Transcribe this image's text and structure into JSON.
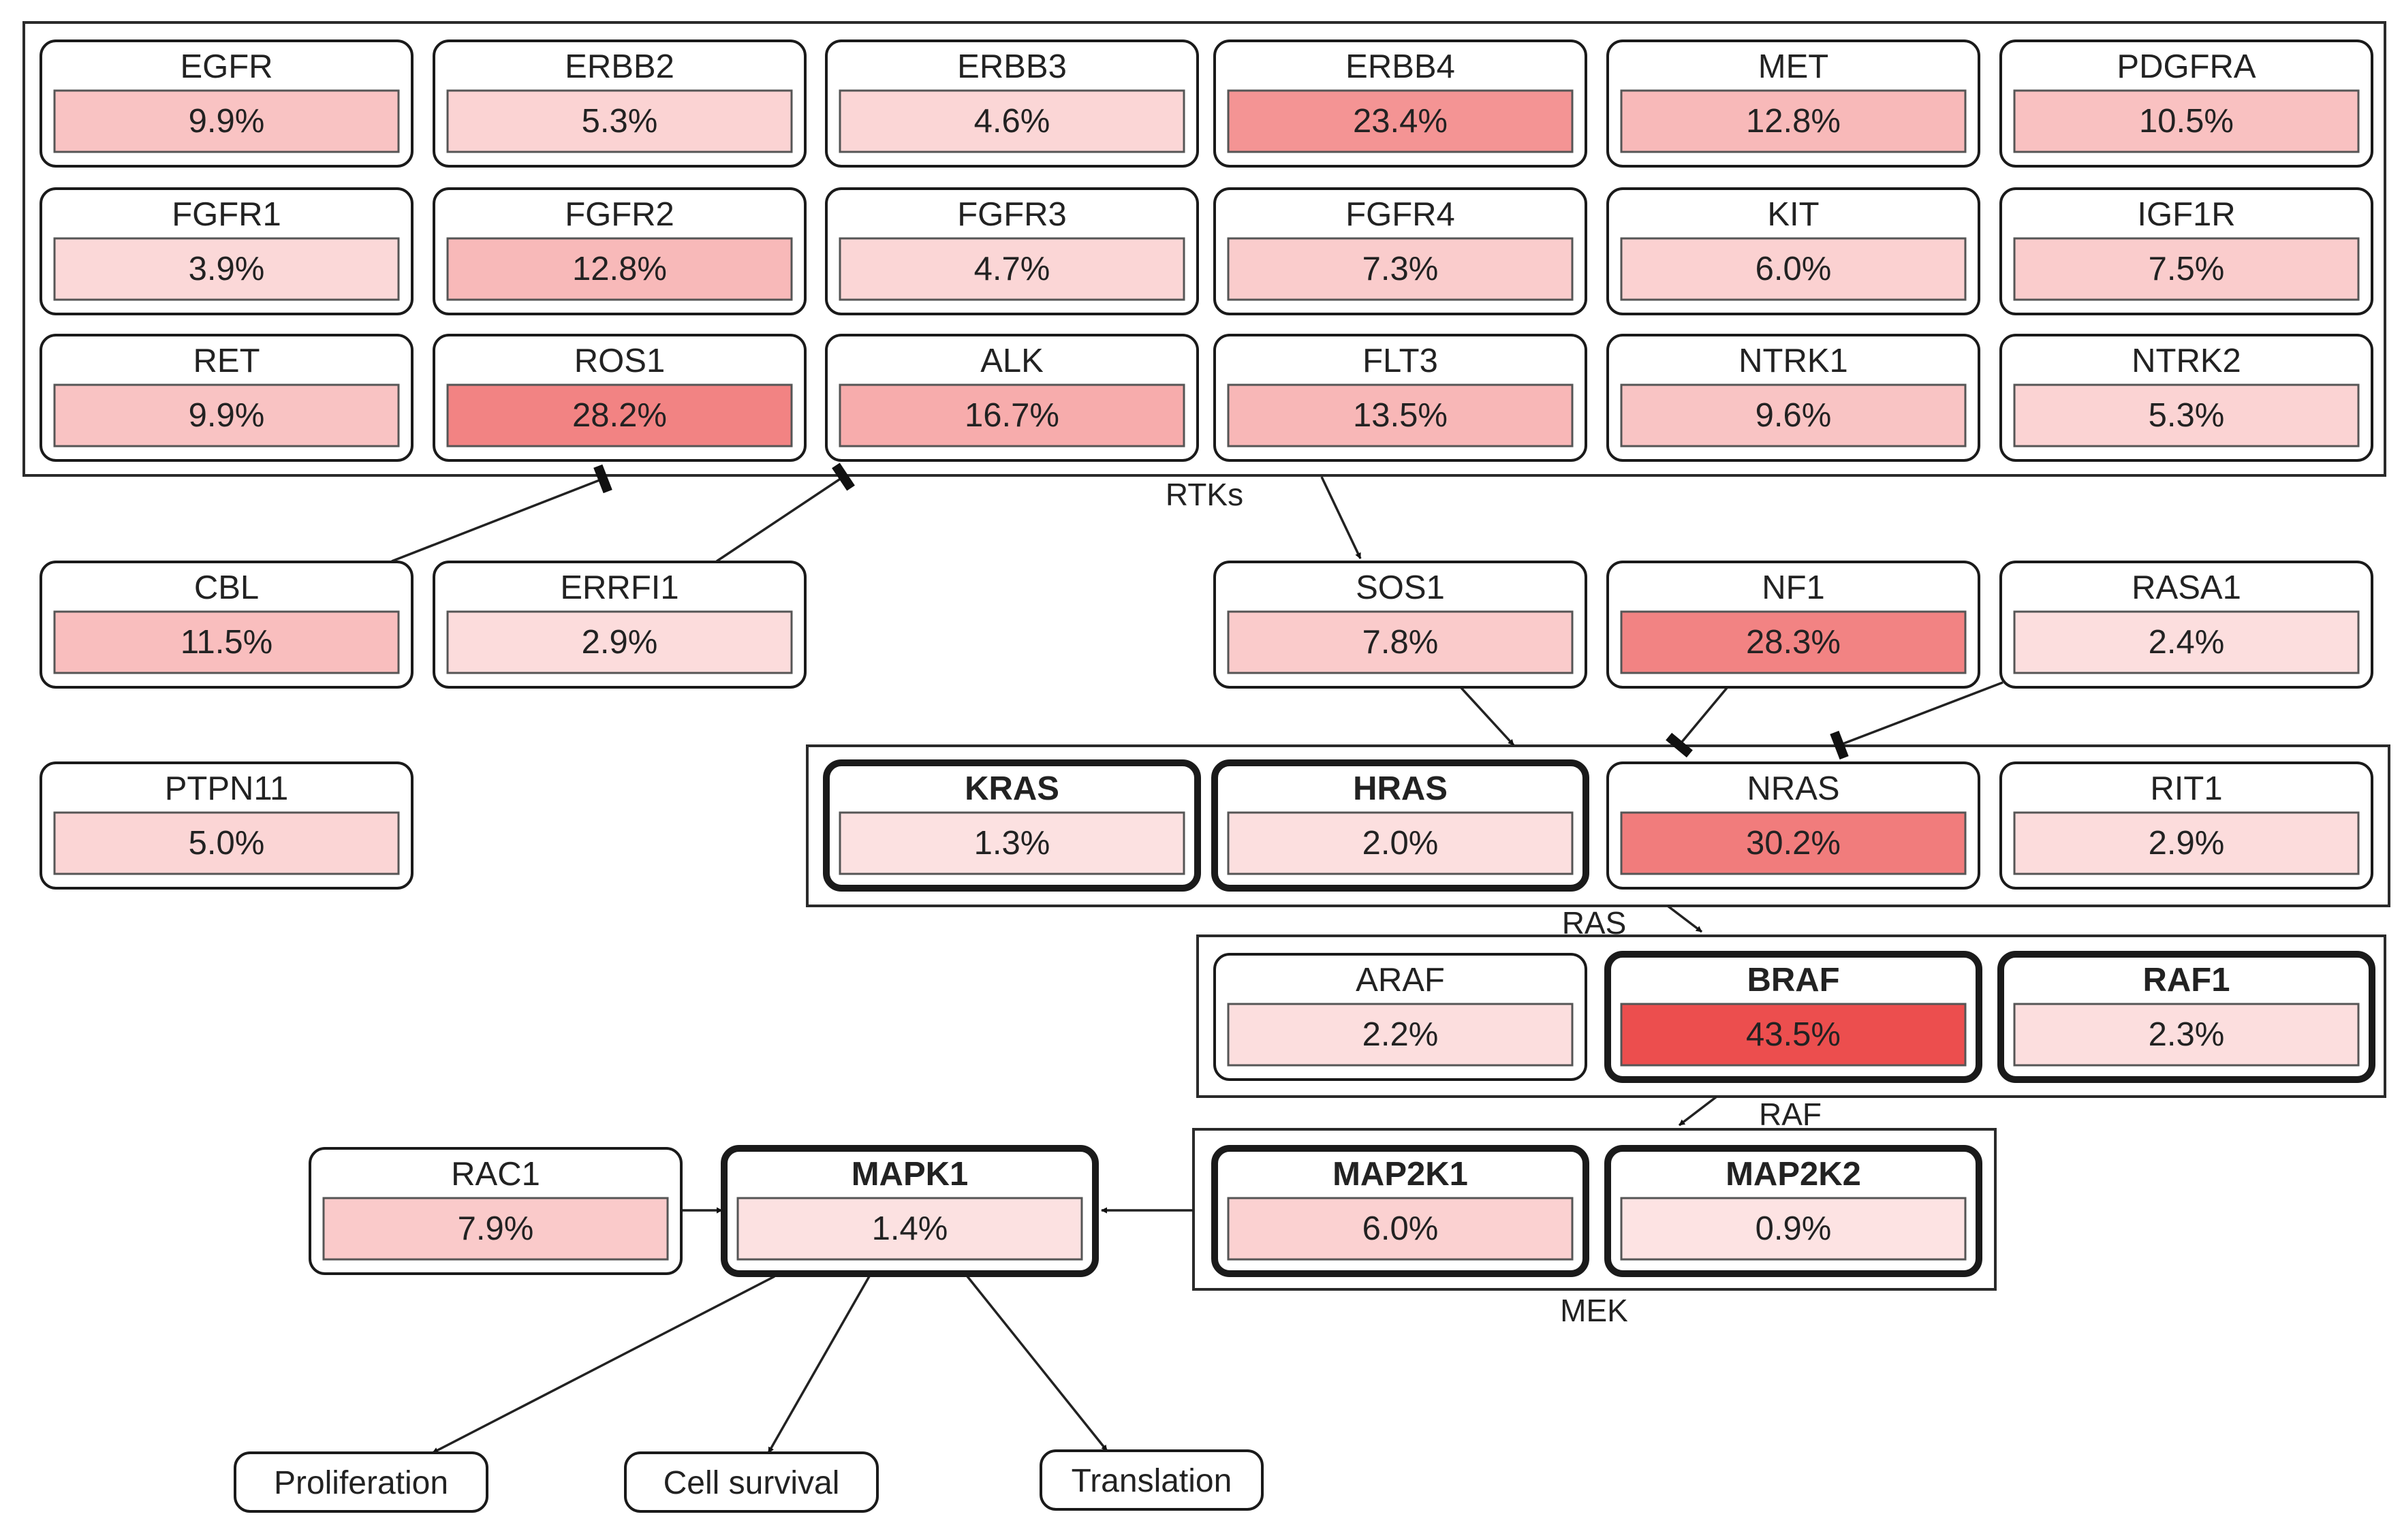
{
  "groups": [
    {
      "key": "rtks",
      "label": "RTKs"
    },
    {
      "key": "ras",
      "label": "RAS"
    },
    {
      "key": "raf",
      "label": "RAF"
    },
    {
      "key": "mek",
      "label": "MEK"
    }
  ],
  "genes": [
    {
      "key": "egfr",
      "name": "EGFR",
      "pct": "9.9%",
      "value": 9.9,
      "emphasized": false
    },
    {
      "key": "erbb2",
      "name": "ERBB2",
      "pct": "5.3%",
      "value": 5.3,
      "emphasized": false
    },
    {
      "key": "erbb3",
      "name": "ERBB3",
      "pct": "4.6%",
      "value": 4.6,
      "emphasized": false
    },
    {
      "key": "erbb4",
      "name": "ERBB4",
      "pct": "23.4%",
      "value": 23.4,
      "emphasized": false
    },
    {
      "key": "met",
      "name": "MET",
      "pct": "12.8%",
      "value": 12.8,
      "emphasized": false
    },
    {
      "key": "pdgfra",
      "name": "PDGFRA",
      "pct": "10.5%",
      "value": 10.5,
      "emphasized": false
    },
    {
      "key": "fgfr1",
      "name": "FGFR1",
      "pct": "3.9%",
      "value": 3.9,
      "emphasized": false
    },
    {
      "key": "fgfr2",
      "name": "FGFR2",
      "pct": "12.8%",
      "value": 12.8,
      "emphasized": false
    },
    {
      "key": "fgfr3",
      "name": "FGFR3",
      "pct": "4.7%",
      "value": 4.7,
      "emphasized": false
    },
    {
      "key": "fgfr4",
      "name": "FGFR4",
      "pct": "7.3%",
      "value": 7.3,
      "emphasized": false
    },
    {
      "key": "kit",
      "name": "KIT",
      "pct": "6.0%",
      "value": 6.0,
      "emphasized": false
    },
    {
      "key": "igf1r",
      "name": "IGF1R",
      "pct": "7.5%",
      "value": 7.5,
      "emphasized": false
    },
    {
      "key": "ret",
      "name": "RET",
      "pct": "9.9%",
      "value": 9.9,
      "emphasized": false
    },
    {
      "key": "ros1",
      "name": "ROS1",
      "pct": "28.2%",
      "value": 28.2,
      "emphasized": false
    },
    {
      "key": "alk",
      "name": "ALK",
      "pct": "16.7%",
      "value": 16.7,
      "emphasized": false
    },
    {
      "key": "flt3",
      "name": "FLT3",
      "pct": "13.5%",
      "value": 13.5,
      "emphasized": false
    },
    {
      "key": "ntrk1",
      "name": "NTRK1",
      "pct": "9.6%",
      "value": 9.6,
      "emphasized": false
    },
    {
      "key": "ntrk2",
      "name": "NTRK2",
      "pct": "5.3%",
      "value": 5.3,
      "emphasized": false
    },
    {
      "key": "cbl",
      "name": "CBL",
      "pct": "11.5%",
      "value": 11.5,
      "emphasized": false
    },
    {
      "key": "errfi1",
      "name": "ERRFI1",
      "pct": "2.9%",
      "value": 2.9,
      "emphasized": false
    },
    {
      "key": "sos1",
      "name": "SOS1",
      "pct": "7.8%",
      "value": 7.8,
      "emphasized": false
    },
    {
      "key": "nf1",
      "name": "NF1",
      "pct": "28.3%",
      "value": 28.3,
      "emphasized": false
    },
    {
      "key": "rasa1",
      "name": "RASA1",
      "pct": "2.4%",
      "value": 2.4,
      "emphasized": false
    },
    {
      "key": "ptpn11",
      "name": "PTPN11",
      "pct": "5.0%",
      "value": 5.0,
      "emphasized": false
    },
    {
      "key": "kras",
      "name": "KRAS",
      "pct": "1.3%",
      "value": 1.3,
      "emphasized": true
    },
    {
      "key": "hras",
      "name": "HRAS",
      "pct": "2.0%",
      "value": 2.0,
      "emphasized": true
    },
    {
      "key": "nras",
      "name": "NRAS",
      "pct": "30.2%",
      "value": 30.2,
      "emphasized": false
    },
    {
      "key": "rit1",
      "name": "RIT1",
      "pct": "2.9%",
      "value": 2.9,
      "emphasized": false
    },
    {
      "key": "araf",
      "name": "ARAF",
      "pct": "2.2%",
      "value": 2.2,
      "emphasized": false
    },
    {
      "key": "braf",
      "name": "BRAF",
      "pct": "43.5%",
      "value": 43.5,
      "emphasized": true
    },
    {
      "key": "raf1",
      "name": "RAF1",
      "pct": "2.3%",
      "value": 2.3,
      "emphasized": true
    },
    {
      "key": "rac1",
      "name": "RAC1",
      "pct": "7.9%",
      "value": 7.9,
      "emphasized": false
    },
    {
      "key": "mapk1",
      "name": "MAPK1",
      "pct": "1.4%",
      "value": 1.4,
      "emphasized": true
    },
    {
      "key": "map2k1",
      "name": "MAP2K1",
      "pct": "6.0%",
      "value": 6.0,
      "emphasized": true
    },
    {
      "key": "map2k2",
      "name": "MAP2K2",
      "pct": "0.9%",
      "value": 0.9,
      "emphasized": true
    }
  ],
  "outcomes": [
    {
      "key": "proliferation",
      "label": "Proliferation"
    },
    {
      "key": "cell_survival",
      "label": "Cell survival"
    },
    {
      "key": "translation",
      "label": "Translation"
    }
  ],
  "edges": [
    {
      "from": "cbl",
      "to": "rtks",
      "type": "inhibit"
    },
    {
      "from": "errfi1",
      "to": "rtks",
      "type": "inhibit"
    },
    {
      "from": "rtks",
      "to": "sos1",
      "type": "activate"
    },
    {
      "from": "sos1",
      "to": "ras",
      "type": "activate"
    },
    {
      "from": "nf1",
      "to": "ras",
      "type": "inhibit"
    },
    {
      "from": "rasa1",
      "to": "ras",
      "type": "inhibit"
    },
    {
      "from": "ras",
      "to": "raf",
      "type": "activate"
    },
    {
      "from": "raf",
      "to": "mek",
      "type": "activate"
    },
    {
      "from": "mek",
      "to": "mapk1",
      "type": "activate"
    },
    {
      "from": "rac1",
      "to": "mapk1",
      "type": "activate"
    },
    {
      "from": "mapk1",
      "to": "proliferation",
      "type": "activate"
    },
    {
      "from": "mapk1",
      "to": "cell_survival",
      "type": "activate"
    },
    {
      "from": "mapk1",
      "to": "translation",
      "type": "activate"
    }
  ],
  "colors": {
    "high": "#ec4c4c",
    "low": "#fde6e6",
    "box_border": "#2a2a2a",
    "line": "#222222"
  }
}
